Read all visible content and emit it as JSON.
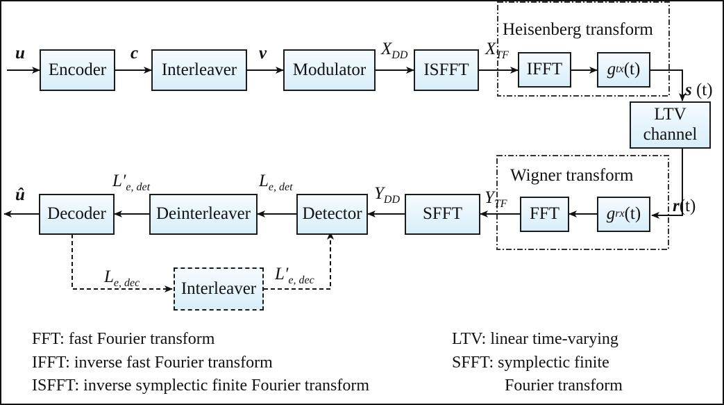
{
  "blocks": {
    "encoder": "Encoder",
    "interleaver": "Interleaver",
    "modulator": "Modulator",
    "isfft": "ISFFT",
    "ifft": "IFFT",
    "gtx_g": "g",
    "gtx_sub": "tx",
    "gtx_arg": "(t)",
    "ltv_line1": "LTV",
    "ltv_line2": "channel",
    "grx_g": "g",
    "grx_sub": "rx",
    "grx_arg": "(t)",
    "fft": "FFT",
    "sfft": "SFFT",
    "detector": "Detector",
    "deinterleaver": "Deinterleaver",
    "decoder": "Decoder",
    "interleaver2": "Interleaver"
  },
  "frames": {
    "heisenberg": "Heisenberg transform",
    "wigner": "Wigner transform"
  },
  "signals": {
    "u": "u",
    "c": "c",
    "v": "v",
    "xdd_main": "X",
    "xdd_sub": "DD",
    "xtf_main": "X",
    "xtf_sub": "TF",
    "s_main": "s",
    "s_arg": "(t)",
    "r_main": "r",
    "r_arg": "(t)",
    "ytf_main": "Y",
    "ytf_sub": "TF",
    "ydd_main": "Y",
    "ydd_sub": "DD",
    "ledet_main": "L",
    "ledet_sub": "e, det",
    "lpedet_main": "L′",
    "lpedet_sub": "e, det",
    "uhat": "û",
    "ledec_main": "L",
    "ledec_sub": "e, dec",
    "lpedec_main": "L′",
    "lpedec_sub": "e, dec"
  },
  "legend": {
    "left": [
      "FFT: fast Fourier transform",
      "IFFT: inverse fast Fourier transform",
      "ISFFT: inverse symplectic finite Fourier transform"
    ],
    "right": [
      "LTV: linear time-varying",
      "SFFT: symplectic finite",
      "Fourier transform"
    ]
  }
}
